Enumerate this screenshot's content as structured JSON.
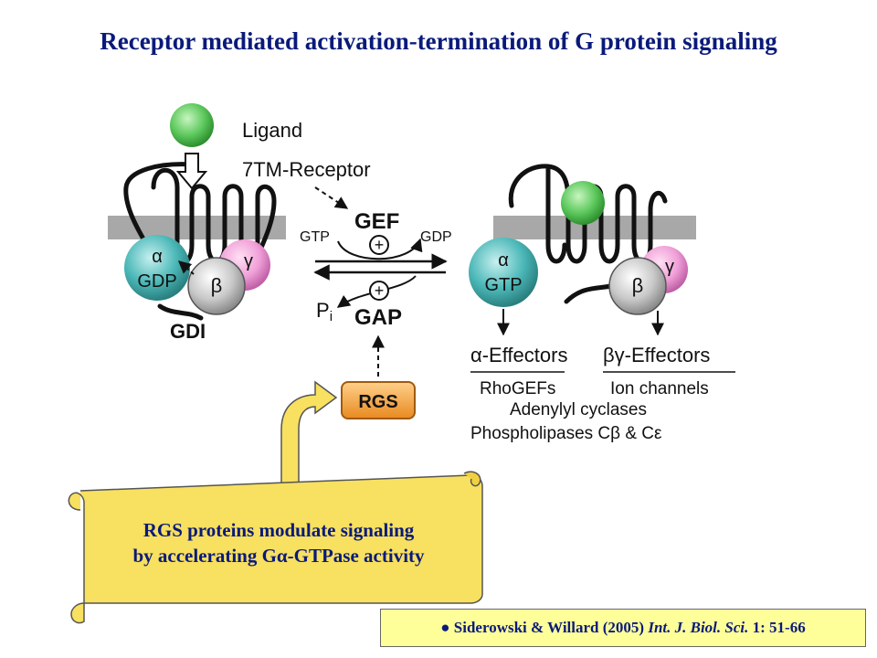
{
  "title": "Receptor mediated activation-termination of G protein signaling",
  "diagram": {
    "ligand": "Ligand",
    "receptor": "7TM-Receptor",
    "gef": "GEF",
    "gap": "GAP",
    "gtp_in": "GTP",
    "gdp_out": "GDP",
    "pi": "P",
    "pi_sub": "i",
    "plus": "+",
    "gdi": "GDI",
    "rgs": "RGS",
    "alpha": "α",
    "beta": "β",
    "gamma": "γ",
    "gdp_label": "GDP",
    "gtp_label": "GTP",
    "alpha_effectors": "α-Effectors",
    "bg_effectors": "βγ-Effectors",
    "rhogefs": "RhoGEFs",
    "ion_channels": "Ion channels",
    "adenylyl": "Adenylyl cyclases",
    "phospholipases": "Phospholipases Cβ & Cε"
  },
  "callout": {
    "line1": "RGS proteins modulate signaling",
    "line2": "by accelerating Gα-GTPase activity"
  },
  "citation": {
    "bullet": "●",
    "authors": "Siderowski & Willard (2005)",
    "journal": "Int. J. Biol. Sci.",
    "ref": "1: 51-66"
  },
  "colors": {
    "title": "#0a1a7a",
    "membrane": "#a8a8a8",
    "alpha_subunit": "#4cb8b8",
    "beta_subunit": "#c8c8c8",
    "gamma_subunit": "#f0a0d8",
    "ligand": "#5cc85c",
    "rgs": "#f0a030",
    "scroll": "#f8e060",
    "citation_bg": "#ffff99"
  }
}
